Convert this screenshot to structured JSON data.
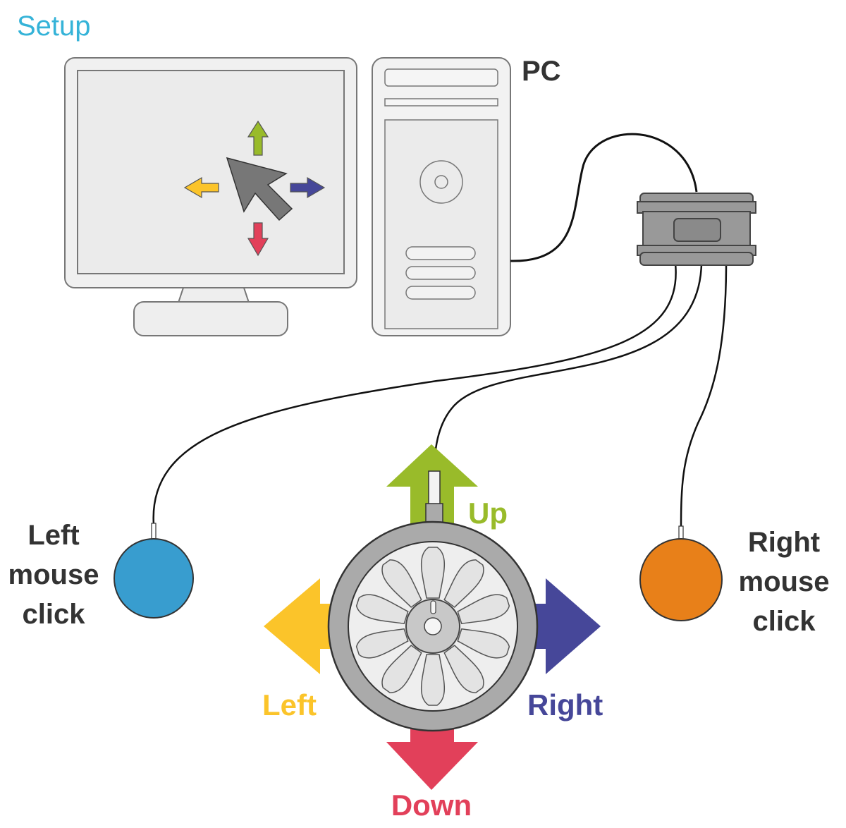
{
  "title": "Setup",
  "pc_label": "PC",
  "left_click_label": [
    "Left",
    "mouse",
    "click"
  ],
  "right_click_label": [
    "Right",
    "mouse",
    "click"
  ],
  "direction_labels": {
    "up": "Up",
    "down": "Down",
    "left": "Left",
    "right": "Right"
  },
  "colors": {
    "title": "#35b3d8",
    "up": "#99bb2a",
    "down": "#e2405a",
    "left": "#fbc42a",
    "right": "#464799",
    "left_switch": "#389dcf",
    "right_switch": "#e88019",
    "device_gray": "#aaaaaa",
    "label_dark": "#333333"
  },
  "icons": {
    "cursor": "mouse-cursor-icon",
    "monitor": "monitor-icon",
    "tower": "pc-tower-icon",
    "interface": "switch-interface-box-icon",
    "joystick": "joystick-icon"
  }
}
